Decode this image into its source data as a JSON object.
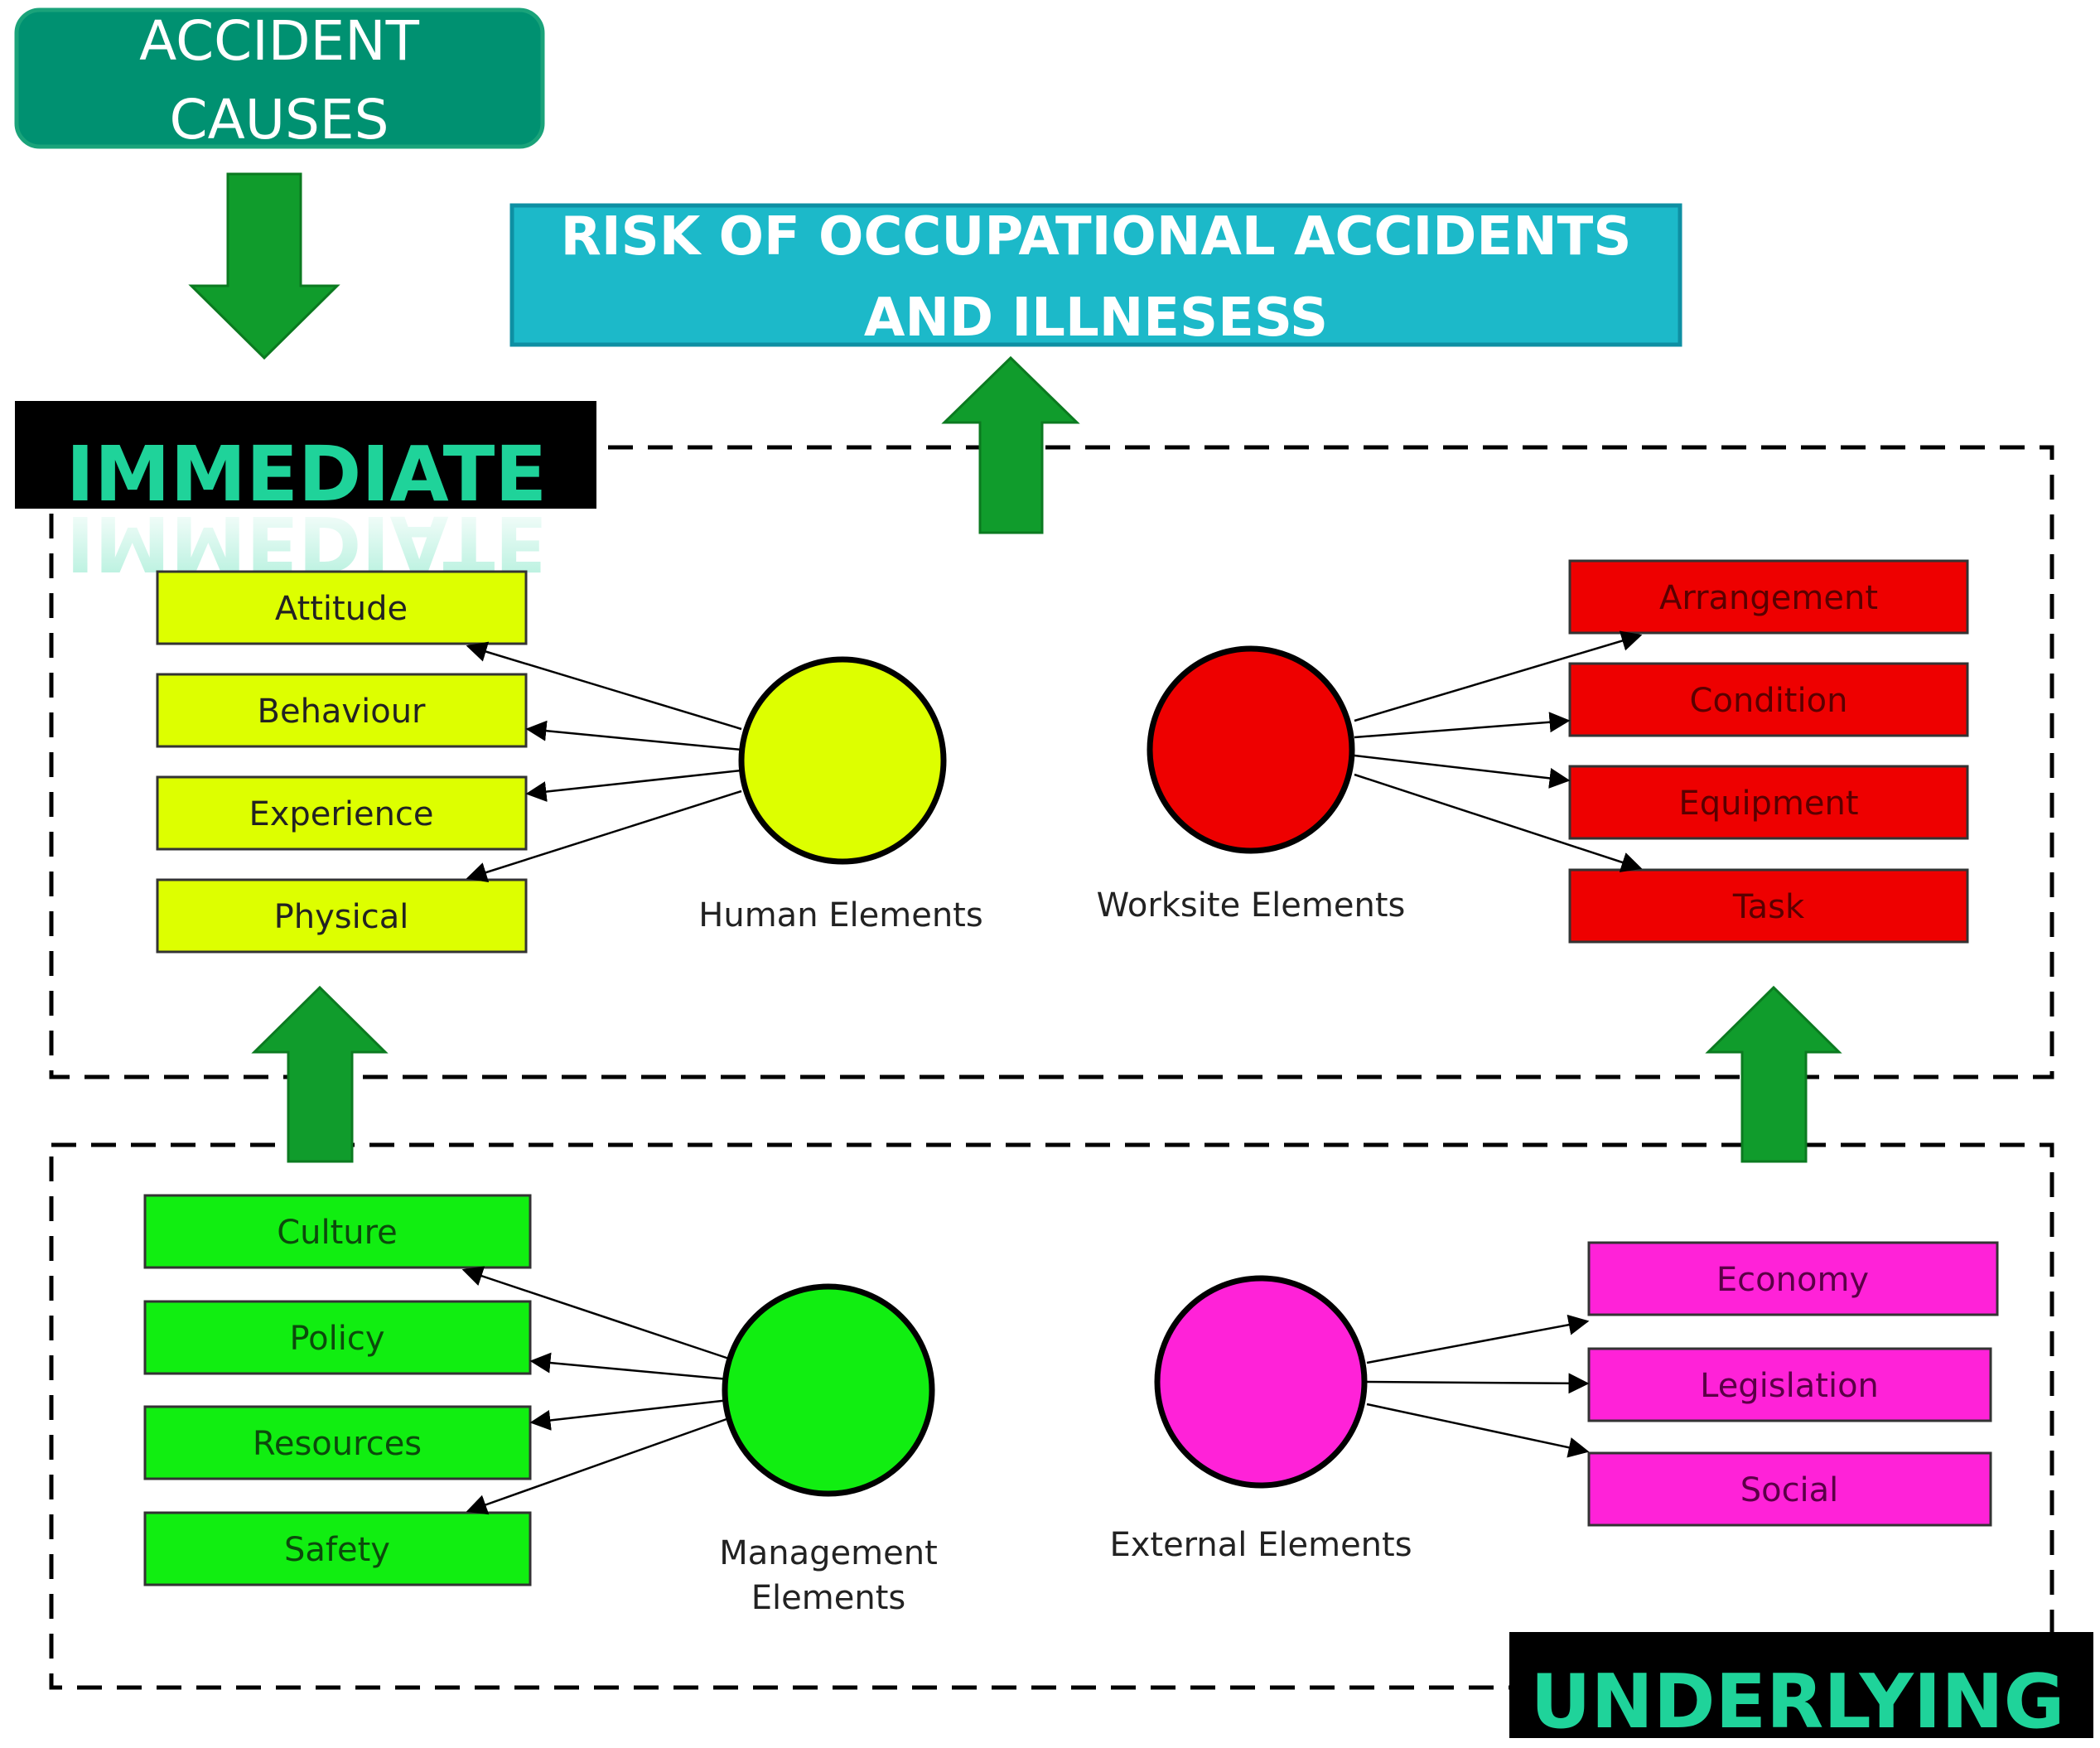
{
  "colors": {
    "teal_header": "#009171",
    "teal_header_border": "#1aa37a",
    "cyan_box": "#1cb9c9",
    "cyan_box_border": "#0e8fa3",
    "arrow_green": "#109c2c",
    "arrow_green_border": "#0b7a20",
    "label_bg": "#000000",
    "label_text": "#1fd39a",
    "human": "#ddff00",
    "worksite": "#ee0000",
    "management": "#11ee11",
    "external": "#ff22d8",
    "dash": "#000000"
  },
  "header": {
    "line1": "ACCIDENT",
    "line2": "CAUSES"
  },
  "risk": {
    "line1": "RISK OF OCCUPATIONAL ACCIDENTS",
    "line2": "AND ILLNESESS"
  },
  "immediate_label": "IMMEDIATE",
  "underlying_label": "UNDERLYING",
  "human": {
    "caption": "Human Elements",
    "items": [
      "Attitude",
      "Behaviour",
      "Experience",
      "Physical"
    ]
  },
  "worksite": {
    "caption": "Worksite Elements",
    "items": [
      "Arrangement",
      "Condition",
      "Equipment",
      "Task"
    ]
  },
  "management": {
    "caption_line1": "Management",
    "caption_line2": "Elements",
    "items": [
      "Culture",
      "Policy",
      "Resources",
      "Safety"
    ]
  },
  "external": {
    "caption": "External Elements",
    "items": [
      "Economy",
      "Legislation",
      "Social"
    ]
  }
}
